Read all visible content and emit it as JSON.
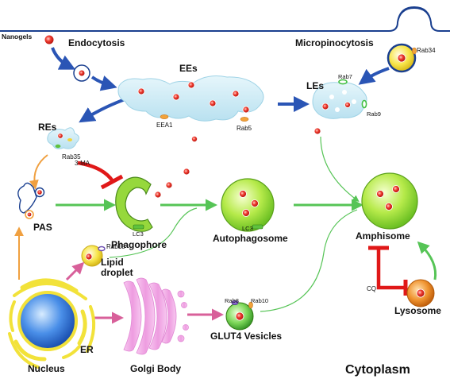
{
  "labels": {
    "nanogels": "Nanogels",
    "endocytosis": "Endocytosis",
    "micropinocytosis": "Micropinocytosis",
    "ees": "EEs",
    "eea1": "EEA1",
    "rab5": "Rab5",
    "les": "LEs",
    "rab7": "Rab7",
    "rab9": "Rab9",
    "rab34": "Rab34",
    "res": "REs",
    "rab35": "Rab35",
    "three_ma": "3-MA",
    "pas": "PAS",
    "lc3_phagophore": "LC3",
    "phagophore": "Phagophore",
    "lc3_autophagosome": "LC3",
    "autophagosome": "Autophagosome",
    "amphisome": "Amphisome",
    "rab18": "Rab18",
    "lipid": "Lipid",
    "droplet": "droplet",
    "cq": "CQ",
    "lysosome": "Lysosome",
    "rab8": "Rab8",
    "rab10": "Rab10",
    "glut4_vesicles": "GLUT4 Vesicles",
    "er": "ER",
    "nucleus": "Nucleus",
    "golgi_body": "Golgi Body",
    "cytoplasm": "Cytoplasm"
  },
  "colors": {
    "membrane": "#1a3f8f",
    "arrow_blue": "#2a55b5",
    "arrow_green": "#56c456",
    "arrow_orange": "#f0a040",
    "arrow_pink": "#d8609a",
    "inhibitor_red": "#e01818",
    "nanoparticle_red": "#e8302a",
    "endosome_fill": "#cdeaf5",
    "autophagy_green": "#8ed640",
    "lysosome_orange": "#ee8a22",
    "nucleus_blue": "#3d7fd8",
    "er_yellow": "#f2e23a",
    "golgi_pink": "#f2a6e6",
    "rab_green": "#44c044",
    "rab_orange": "#f2a23a"
  },
  "icons": {
    "nanoparticle": "red-dot",
    "inhibition": "t-bar"
  }
}
